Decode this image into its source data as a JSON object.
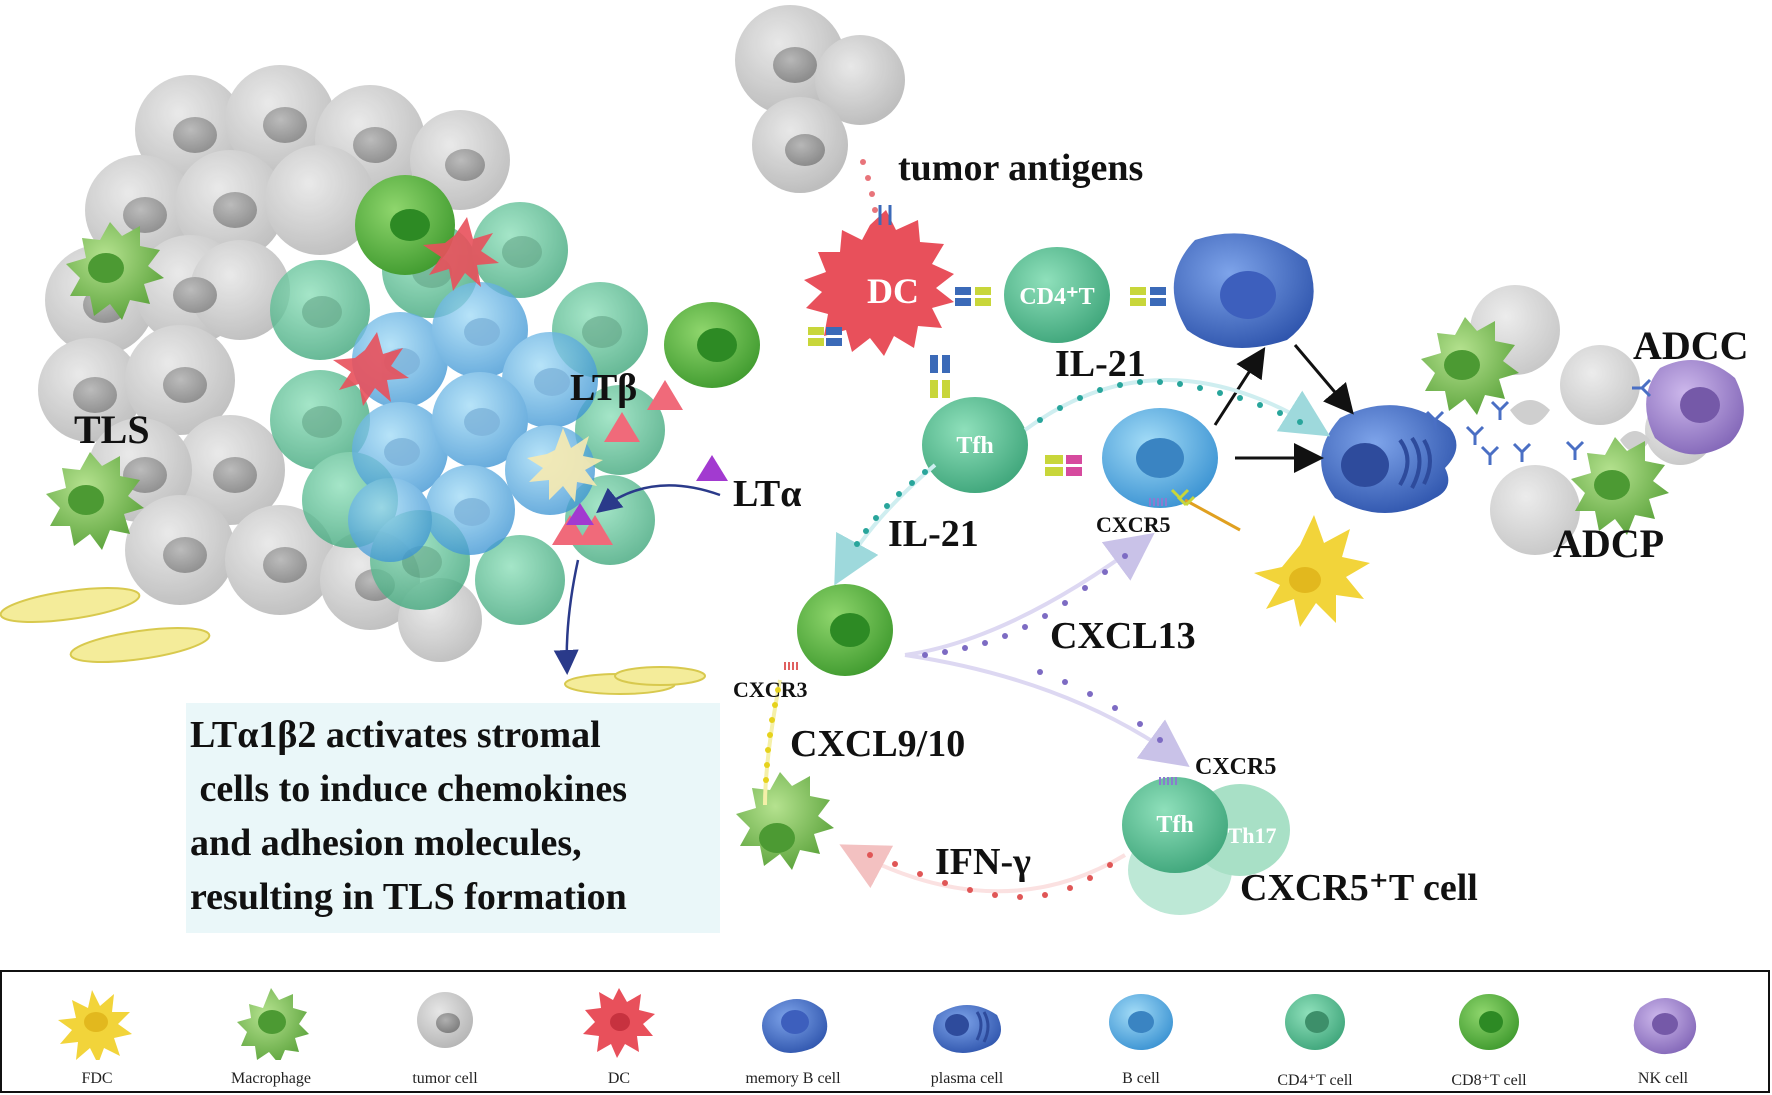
{
  "labels": {
    "tls": "TLS",
    "tumor_antigens": "tumor antigens",
    "dc": "DC",
    "cd4t": "CD4⁺T",
    "il21_top": "IL-21",
    "il21_left": "IL-21",
    "tfh_top": "Tfh",
    "lt_beta": "LTβ",
    "lt_alpha": "LTα",
    "cxcr5_top": "CXCR5",
    "cxcl13": "CXCL13",
    "cxcr3": "CXCR3",
    "cxcl9_10": "CXCL9/10",
    "cxcr5_bottom": "CXCR5",
    "tfh_bottom": "Tfh",
    "th17": "Th17",
    "ifn_gamma": "IFN-γ",
    "cxcr5_t_cell": "CXCR5⁺T cell",
    "adcc": "ADCC",
    "adcp": "ADCP"
  },
  "note": {
    "lines": [
      "LTα1β2 activates stromal",
      " cells to induce chemokines",
      "and adhesion molecules,",
      "resulting in TLS formation"
    ]
  },
  "legend": {
    "items": [
      {
        "label": "FDC",
        "icon": "fdc-icon"
      },
      {
        "label": "Macrophage",
        "icon": "macrophage-icon"
      },
      {
        "label": "tumor cell",
        "icon": "tumor-cell-icon"
      },
      {
        "label": "DC",
        "icon": "dc-icon"
      },
      {
        "label": "memory B cell",
        "icon": "memory-b-cell-icon"
      },
      {
        "label": "plasma cell",
        "icon": "plasma-cell-icon"
      },
      {
        "label": "B cell",
        "icon": "b-cell-icon"
      },
      {
        "label": "CD4⁺T cell",
        "icon": "cd4-t-cell-icon"
      },
      {
        "label": "CD8⁺T cell",
        "icon": "cd8-t-cell-icon"
      },
      {
        "label": "NK cell",
        "icon": "nk-cell-icon"
      }
    ]
  },
  "colors": {
    "tumor": "#c9c9c9",
    "dc": "#e8505b",
    "cd4": "#5cc59a",
    "cd8": "#4db33d",
    "memory_b": "#4a78d0",
    "b_cell": "#5aaee6",
    "macrophage": "#7fc257",
    "fdc": "#f2d43a",
    "nk": "#a68ccf",
    "note_bg": "#eaf7f9"
  }
}
